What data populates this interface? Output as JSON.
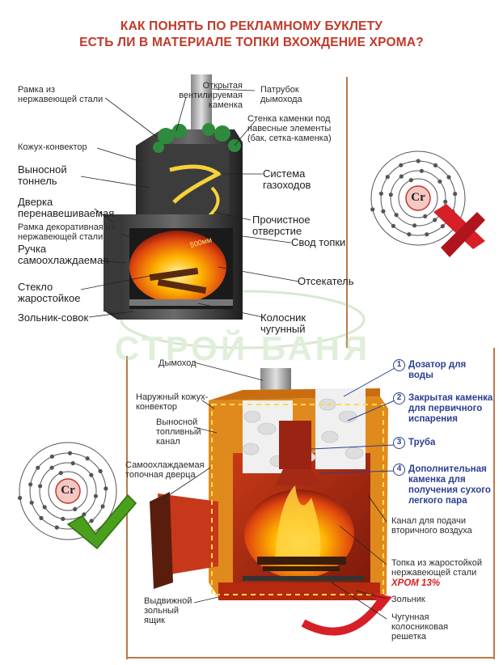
{
  "title": {
    "line1": "КАК ПОНЯТЬ ПО РЕКЛАМНОМУ БУКЛЕТУ",
    "line2": "ЕСТЬ ЛИ В МАТЕРИАЛЕ ТОПКИ ВХОЖДЕНИЕ ХРОМА?"
  },
  "watermark": "СТРОЙ БАНЯ",
  "element_symbol": "Cr",
  "stove1": {
    "left_labels": [
      "Рамка из нержавеющей стали",
      "Кожух-конвектор",
      "Выносной тоннель",
      "Дверка перенавешиваемая",
      "Рамка декоративная из нержавеющей стали",
      "Ручка самоохлаждаемая",
      "Стекло жаростойкое",
      "Зольник-совок"
    ],
    "right_labels": [
      "Открытая вентилируемая каменка",
      "Патрубок дымохода",
      "Стенка каменки под навесные элементы (бак, сетка-каменка)",
      "Система газоходов",
      "Прочистное отверстие",
      "Свод топки",
      "Отсекатель",
      "Колосник чугунный"
    ],
    "size_mark": "500мм"
  },
  "stove2": {
    "left_labels": [
      "Дымоход",
      "Наружный кожух-конвектор",
      "Выносной топливный канал",
      "Самоохлаждаемая топочная дверца",
      "Выдвижной зольный ящик"
    ],
    "numbered": [
      {
        "n": "1",
        "text": "Дозатор для воды"
      },
      {
        "n": "2",
        "text": "Закрытая каменка для первичного испарения"
      },
      {
        "n": "3",
        "text": "Труба"
      },
      {
        "n": "4",
        "text": "Дополнительная каменка для получения сухого легкого пара"
      }
    ],
    "right_labels": [
      "Канал для подачи вторичного воздуха",
      "Топка из жаростойкой нержавеющей стали",
      "Зольник",
      "Чугунная колосниковая решетка"
    ],
    "chrome_note": "ХРОМ 13%"
  },
  "colors": {
    "title": "#c0392b",
    "accent_blue": "#2c3f8f",
    "cross": "#d61f26",
    "check": "#4aa01c",
    "frame": "#b87a4b"
  }
}
